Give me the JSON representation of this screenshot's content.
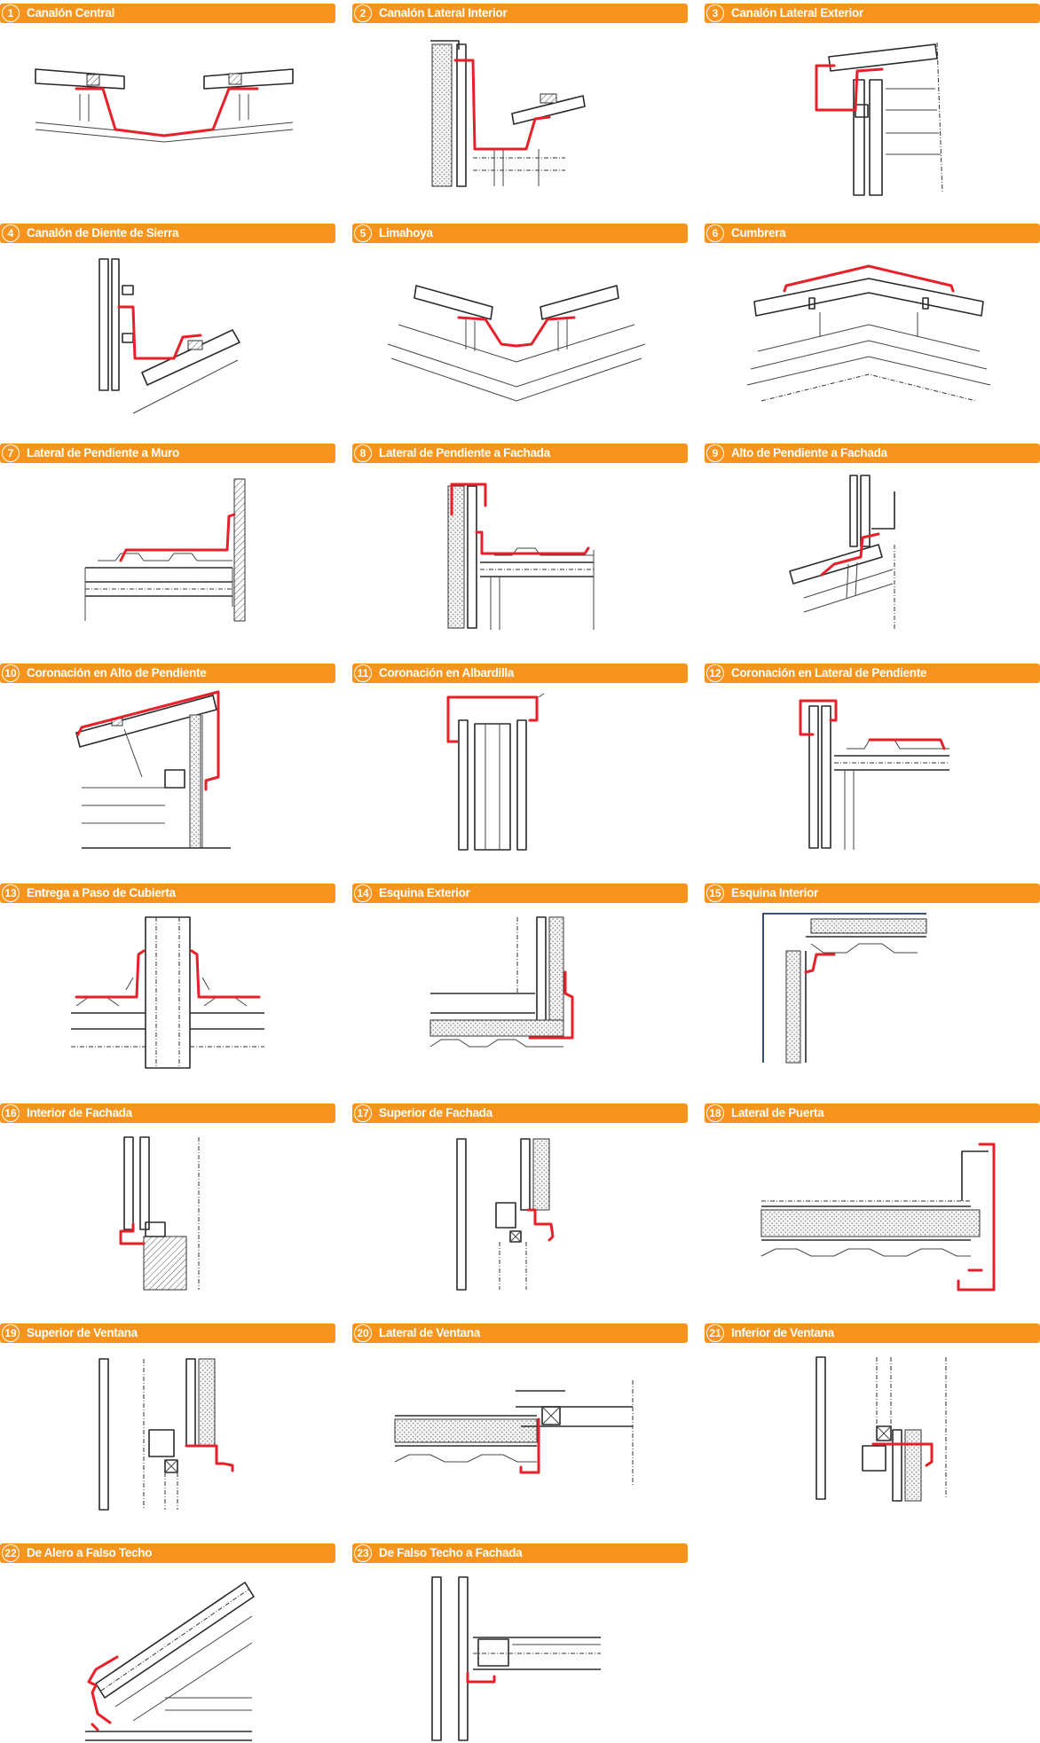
{
  "theme": {
    "accent": "#f7941d",
    "flashing": "#e8202a",
    "line": "#2a2a2a"
  },
  "items": [
    {
      "num": "1",
      "title": "Canalón Central"
    },
    {
      "num": "2",
      "title": "Canalón Lateral Interior"
    },
    {
      "num": "3",
      "title": "Canalón Lateral Exterior"
    },
    {
      "num": "4",
      "title": "Canalón de Diente de Sierra"
    },
    {
      "num": "5",
      "title": "Limahoya"
    },
    {
      "num": "6",
      "title": "Cumbrera"
    },
    {
      "num": "7",
      "title": "Lateral de Pendiente a Muro"
    },
    {
      "num": "8",
      "title": "Lateral de Pendiente a Fachada"
    },
    {
      "num": "9",
      "title": "Alto de Pendiente a Fachada"
    },
    {
      "num": "10",
      "title": "Coronación en Alto de Pendiente"
    },
    {
      "num": "11",
      "title": "Coronación en Albardilla"
    },
    {
      "num": "12",
      "title": "Coronación en Lateral de Pendiente"
    },
    {
      "num": "13",
      "title": "Entrega a Paso de Cubierta"
    },
    {
      "num": "14",
      "title": "Esquina Exterior"
    },
    {
      "num": "15",
      "title": "Esquina Interior"
    },
    {
      "num": "16",
      "title": "Interior de Fachada"
    },
    {
      "num": "17",
      "title": "Superior de Fachada"
    },
    {
      "num": "18",
      "title": "Lateral de Puerta"
    },
    {
      "num": "19",
      "title": "Superior de Ventana"
    },
    {
      "num": "20",
      "title": "Lateral de Ventana"
    },
    {
      "num": "21",
      "title": "Inferior de Ventana"
    },
    {
      "num": "22",
      "title": "De Alero a Falso Techo"
    },
    {
      "num": "23",
      "title": "De Falso Techo a Fachada"
    }
  ]
}
